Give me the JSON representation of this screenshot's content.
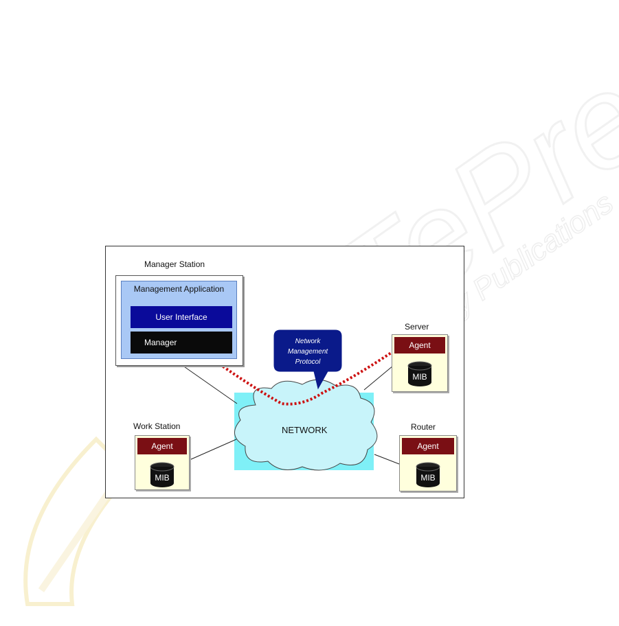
{
  "manager_station": {
    "label": "Manager Station",
    "app_title": "Management Application",
    "user_interface": "User Interface",
    "manager": "Manager"
  },
  "network": {
    "label": "NETWORK"
  },
  "protocol_callout": {
    "label": "Network Management Protocol",
    "lines": [
      "Network",
      "Management",
      "Protocol"
    ]
  },
  "devices": {
    "server": {
      "label": "Server",
      "agent": "Agent",
      "mib": "MIB"
    },
    "work_station": {
      "label": "Work Station",
      "agent": "Agent",
      "mib": "MIB"
    },
    "router": {
      "label": "Router",
      "agent": "Agent",
      "mib": "MIB"
    }
  },
  "watermark": {
    "text": "SciTePress",
    "subtitle": "Science and Technology Publications"
  },
  "colors": {
    "agent": "#7a0f14",
    "user_interface": "#0a0a9a",
    "manager": "#0a0a0a",
    "app_panel": "#a9c8f5",
    "network_cloud": "#c8f4fa",
    "network_bg": "#7ff0f7",
    "device_bg": "#ffffdd",
    "protocol_path": "#cc1111",
    "callout": "#0a1a8a"
  }
}
